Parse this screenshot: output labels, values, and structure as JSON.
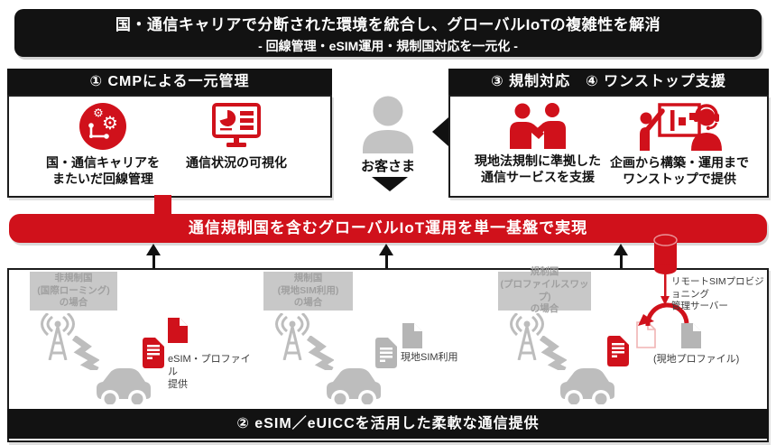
{
  "colors": {
    "accent_red": "#d0111b",
    "bar_black": "#121212",
    "icon_gray": "#bdbdbd",
    "case_label_bg": "#c8c8c8",
    "case_label_text": "#9f9f9f"
  },
  "top_banner": {
    "line1": "国・通信キャリアで分断された環境を統合し、グローバルIoTの複雑性を解消",
    "line2": "- 回線管理・eSIM運用・規制国対応を一元化 -"
  },
  "cmp_box": {
    "title": "① CMPによる一元管理",
    "items": [
      {
        "icon": "network-gears-icon",
        "label": "国・通信キャリアを\nまたいだ回線管理"
      },
      {
        "icon": "monitor-chart-icon",
        "label": "通信状況の可視化"
      }
    ]
  },
  "customer": {
    "label": "お客さま",
    "icon": "person-icon"
  },
  "support_box": {
    "title": "③ 規制対応　④ ワンストップ支援",
    "items": [
      {
        "icon": "handshake-icon",
        "label": "現地法規制に準拠した\n通信サービスを支援"
      },
      {
        "icon": "presentation-support-icon",
        "label": "企画から構築・運用まで\nワンストップで提供"
      }
    ]
  },
  "platform_banner": {
    "label": "通信規制国を含むグローバルIoT運用を単一基盤で実現"
  },
  "scenes": [
    {
      "case_label": "非規制国\n(国際ローミング)\nの場合",
      "note": "eSIM・プロファイル\n提供",
      "icons": [
        "antenna-icon",
        "lightning-icon",
        "car-icon",
        "esim-card-icon",
        "profile-doc-icon"
      ]
    },
    {
      "case_label": "規制国\n(現地SIM利用)\nの場合",
      "note": "現地SIM利用",
      "icons": [
        "antenna-icon",
        "lightning-icon",
        "car-icon",
        "local-sim-card-icon",
        "local-doc-icon"
      ]
    },
    {
      "case_label": "規制国\n(プロファイルスワップ)\nの場合",
      "note": "(現地プロファイル)",
      "icons": [
        "antenna-icon",
        "lightning-icon",
        "car-icon",
        "esim-card-icon",
        "profile-swap-arrow-icon",
        "new-profile-doc-icon",
        "old-profile-doc-icon"
      ]
    }
  ],
  "rsp_server": {
    "label": "リモートSIMプロビジョニング\n管理サーバー",
    "icon": "server-cylinder-icon"
  },
  "esim_banner": {
    "label": "② eSIM／eUICCを活用した柔軟な通信提供"
  }
}
